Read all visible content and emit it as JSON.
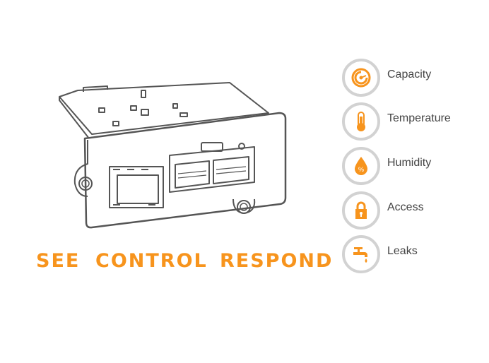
{
  "taglines": [
    "SEE",
    "CONTROL",
    "RESPOND"
  ],
  "features": [
    {
      "label": "Capacity",
      "icon": "gauge-icon"
    },
    {
      "label": "Temperature",
      "icon": "thermometer-icon"
    },
    {
      "label": "Humidity",
      "icon": "humidity-drop-icon"
    },
    {
      "label": "Access",
      "icon": "padlock-icon"
    },
    {
      "label": "Leaks",
      "icon": "faucet-icon"
    }
  ],
  "colors": {
    "accent": "#f7941d",
    "ring": "#d2d2d2",
    "text": "#444444",
    "line": "#555555"
  }
}
